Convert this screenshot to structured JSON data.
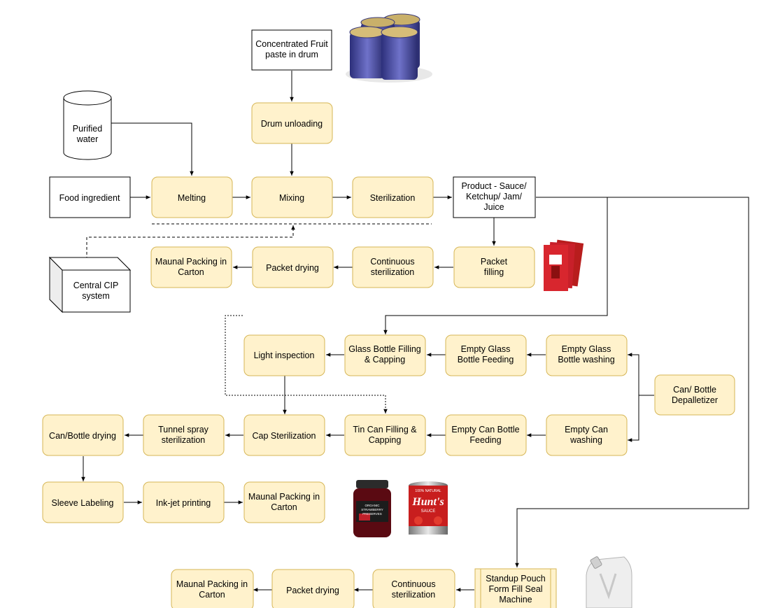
{
  "colors": {
    "process_fill": "#FFF2CC",
    "process_stroke": "#D6B656",
    "plain_fill": "#FFFFFF",
    "plain_stroke": "#000000",
    "line": "#000000"
  },
  "nodes": {
    "concentrate": [
      "Concentrated Fruit",
      "paste in drum"
    ],
    "drum_unloading": [
      "Drum unloading"
    ],
    "purified_water": [
      "Purified",
      "water"
    ],
    "food_ingredient": [
      "Food ingredient"
    ],
    "melting": [
      "Melting"
    ],
    "mixing": [
      "Mixing"
    ],
    "sterilization": [
      "Sterilization"
    ],
    "product": [
      "Product - Sauce/",
      "Ketchup/ Jam/",
      "Juice"
    ],
    "packet_filling": [
      "Packet",
      "filling"
    ],
    "cont_ster_1": [
      "Continuous",
      "sterilization"
    ],
    "packet_drying_1": [
      "Packet drying"
    ],
    "manual_packing_1": [
      "Maunal Packing in",
      "Carton"
    ],
    "central_cip": [
      "Central CIP",
      "system"
    ],
    "light_inspection": [
      "Light inspection"
    ],
    "glass_filling": [
      "Glass Bottle Filling",
      "& Capping"
    ],
    "empty_glass_feeding": [
      "Empty Glass",
      "Bottle Feeding"
    ],
    "empty_glass_washing": [
      "Empty Glass",
      "Bottle washing"
    ],
    "depalletizer": [
      "Can/ Bottle",
      "Depalletizer"
    ],
    "can_bottle_drying": [
      "Can/Bottle drying"
    ],
    "tunnel_spray": [
      "Tunnel spray",
      "sterilization"
    ],
    "cap_sterilization": [
      "Cap Sterilization"
    ],
    "tin_can_filling": [
      "Tin Can Filling &",
      "Capping"
    ],
    "empty_can_feeding": [
      "Empty Can Bottle",
      "Feeding"
    ],
    "empty_can_washing": [
      "Empty Can",
      "washing"
    ],
    "sleeve_labeling": [
      "Sleeve Labeling"
    ],
    "inkjet_printing": [
      "Ink-jet printing"
    ],
    "manual_packing_2": [
      "Maunal Packing in",
      "Carton"
    ],
    "standup_pouch": [
      "Standup Pouch",
      "Form Fill Seal",
      "Machine"
    ],
    "cont_ster_2": [
      "Continuous",
      "sterilization"
    ],
    "packet_drying_2": [
      "Packet drying"
    ],
    "manual_packing_3": [
      "Maunal Packing in",
      "Carton"
    ]
  },
  "images": {
    "drums": "drums-illustration",
    "ketchup_sachets": "ketchup-sachet-illustration",
    "jam_jar": "jam-jar-illustration",
    "tomato_can": "tomato-can-illustration",
    "pouch": "spout-pouch-illustration"
  },
  "image_text": {
    "jam_label": [
      "ORGANIC",
      "STRAWBERRY",
      "PRESERVES"
    ],
    "can_label": [
      "100% NATURAL",
      "Hunt's",
      "SAUCE"
    ]
  }
}
